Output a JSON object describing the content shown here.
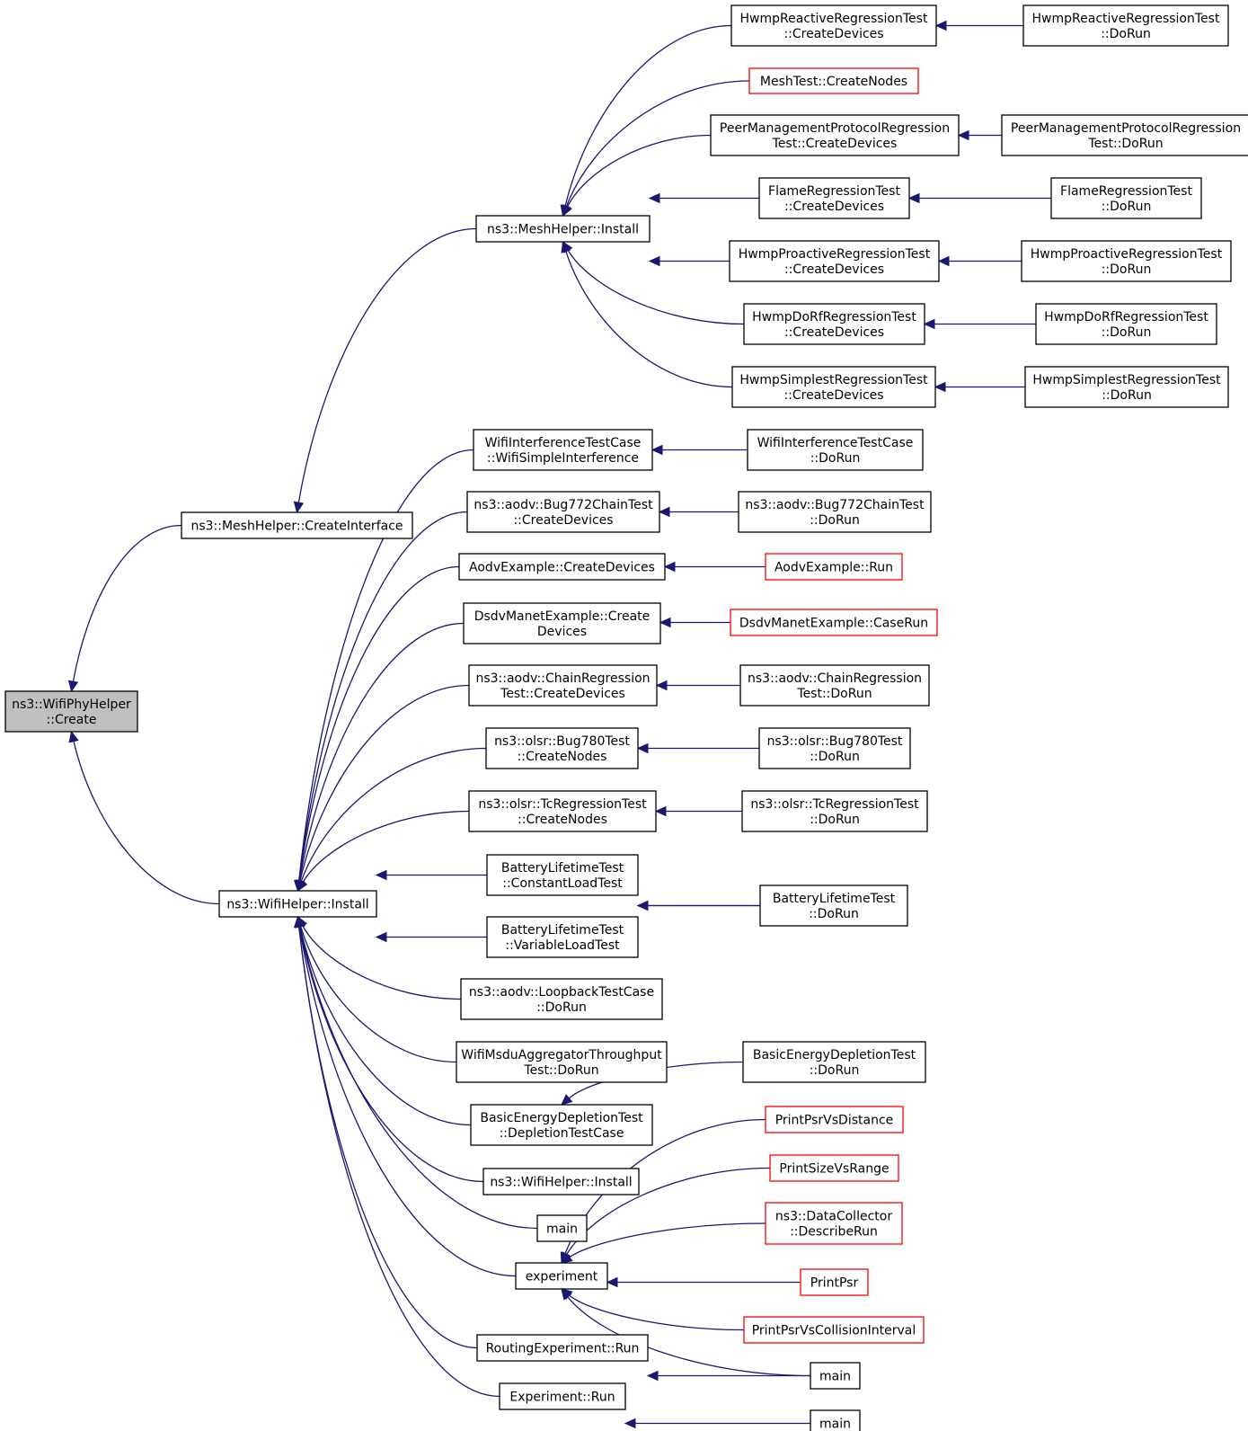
{
  "diagram": {
    "edge_color": "#191970",
    "node_border": "#000000",
    "highlight_border": "#ff0000",
    "root_fill": "#bfbfbf",
    "nodes": [
      {
        "id": "n0",
        "lines": [
          "ns3::WifiPhyHelper",
          "::Create"
        ],
        "style": "root"
      },
      {
        "id": "n1",
        "lines": [
          "ns3::MeshHelper::CreateInterface"
        ]
      },
      {
        "id": "n2",
        "lines": [
          "ns3::MeshHelper::Install"
        ]
      },
      {
        "id": "n3",
        "lines": [
          "HwmpReactiveRegressionTest",
          "::CreateDevices"
        ]
      },
      {
        "id": "n4",
        "lines": [
          "HwmpReactiveRegressionTest",
          "::DoRun"
        ]
      },
      {
        "id": "n5",
        "lines": [
          "MeshTest::CreateNodes"
        ],
        "style": "red"
      },
      {
        "id": "n6",
        "lines": [
          "PeerManagementProtocolRegression",
          "Test::CreateDevices"
        ]
      },
      {
        "id": "n7",
        "lines": [
          "PeerManagementProtocolRegression",
          "Test::DoRun"
        ]
      },
      {
        "id": "n8",
        "lines": [
          "FlameRegressionTest",
          "::CreateDevices"
        ]
      },
      {
        "id": "n9",
        "lines": [
          "FlameRegressionTest",
          "::DoRun"
        ]
      },
      {
        "id": "n10",
        "lines": [
          "HwmpProactiveRegressionTest",
          "::CreateDevices"
        ]
      },
      {
        "id": "n11",
        "lines": [
          "HwmpProactiveRegressionTest",
          "::DoRun"
        ]
      },
      {
        "id": "n12",
        "lines": [
          "HwmpDoRfRegressionTest",
          "::CreateDevices"
        ]
      },
      {
        "id": "n13",
        "lines": [
          "HwmpDoRfRegressionTest",
          "::DoRun"
        ]
      },
      {
        "id": "n14",
        "lines": [
          "HwmpSimplestRegressionTest",
          "::CreateDevices"
        ]
      },
      {
        "id": "n15",
        "lines": [
          "HwmpSimplestRegressionTest",
          "::DoRun"
        ]
      },
      {
        "id": "n16",
        "lines": [
          "ns3::WifiHelper::Install"
        ]
      },
      {
        "id": "n17",
        "lines": [
          "WifiInterferenceTestCase",
          "::WifiSimpleInterference"
        ]
      },
      {
        "id": "n18",
        "lines": [
          "WifiInterferenceTestCase",
          "::DoRun"
        ]
      },
      {
        "id": "n19",
        "lines": [
          "ns3::aodv::Bug772ChainTest",
          "::CreateDevices"
        ]
      },
      {
        "id": "n20",
        "lines": [
          "ns3::aodv::Bug772ChainTest",
          "::DoRun"
        ]
      },
      {
        "id": "n21",
        "lines": [
          "AodvExample::CreateDevices"
        ]
      },
      {
        "id": "n22",
        "lines": [
          "AodvExample::Run"
        ],
        "style": "red"
      },
      {
        "id": "n23",
        "lines": [
          "DsdvManetExample::Create",
          "Devices"
        ]
      },
      {
        "id": "n24",
        "lines": [
          "DsdvManetExample::CaseRun"
        ],
        "style": "red"
      },
      {
        "id": "n25",
        "lines": [
          "ns3::aodv::ChainRegression",
          "Test::CreateDevices"
        ]
      },
      {
        "id": "n26",
        "lines": [
          "ns3::aodv::ChainRegression",
          "Test::DoRun"
        ]
      },
      {
        "id": "n27",
        "lines": [
          "ns3::olsr::Bug780Test",
          "::CreateNodes"
        ]
      },
      {
        "id": "n28",
        "lines": [
          "ns3::olsr::Bug780Test",
          "::DoRun"
        ]
      },
      {
        "id": "n29",
        "lines": [
          "ns3::olsr::TcRegressionTest",
          "::CreateNodes"
        ]
      },
      {
        "id": "n30",
        "lines": [
          "ns3::olsr::TcRegressionTest",
          "::DoRun"
        ]
      },
      {
        "id": "n31",
        "lines": [
          "BatteryLifetimeTest",
          "::ConstantLoadTest"
        ]
      },
      {
        "id": "n32",
        "lines": [
          "BatteryLifetimeTest",
          "::VariableLoadTest"
        ]
      },
      {
        "id": "n33",
        "lines": [
          "BatteryLifetimeTest",
          "::DoRun"
        ]
      },
      {
        "id": "n34",
        "lines": [
          "ns3::aodv::LoopbackTestCase",
          "::DoRun"
        ]
      },
      {
        "id": "n35",
        "lines": [
          "WifiMsduAggregatorThroughput",
          "Test::DoRun"
        ]
      },
      {
        "id": "n36",
        "lines": [
          "BasicEnergyDepletionTest",
          "::DepletionTestCase"
        ]
      },
      {
        "id": "n37",
        "lines": [
          "BasicEnergyDepletionTest",
          "::DoRun"
        ]
      },
      {
        "id": "n38",
        "lines": [
          "ns3::WifiHelper::Install"
        ]
      },
      {
        "id": "n39",
        "lines": [
          "main"
        ]
      },
      {
        "id": "n40",
        "lines": [
          "experiment"
        ]
      },
      {
        "id": "n41",
        "lines": [
          "PrintPsrVsDistance"
        ],
        "style": "red"
      },
      {
        "id": "n42",
        "lines": [
          "PrintSizeVsRange"
        ],
        "style": "red"
      },
      {
        "id": "n43",
        "lines": [
          "ns3::DataCollector",
          "::DescribeRun"
        ],
        "style": "red"
      },
      {
        "id": "n44",
        "lines": [
          "PrintPsr"
        ],
        "style": "red"
      },
      {
        "id": "n45",
        "lines": [
          "PrintPsrVsCollisionInterval"
        ],
        "style": "red"
      },
      {
        "id": "n46",
        "lines": [
          "RoutingExperiment::Run"
        ]
      },
      {
        "id": "n47",
        "lines": [
          "main"
        ]
      },
      {
        "id": "n48",
        "lines": [
          "Experiment::Run"
        ]
      },
      {
        "id": "n49",
        "lines": [
          "main"
        ]
      }
    ],
    "edges": [
      {
        "from": "n1",
        "to": "n0"
      },
      {
        "from": "n16",
        "to": "n0"
      },
      {
        "from": "n2",
        "to": "n1"
      },
      {
        "from": "n3",
        "to": "n2"
      },
      {
        "from": "n5",
        "to": "n2"
      },
      {
        "from": "n6",
        "to": "n2"
      },
      {
        "from": "n8",
        "to": "n2"
      },
      {
        "from": "n10",
        "to": "n2"
      },
      {
        "from": "n12",
        "to": "n2"
      },
      {
        "from": "n14",
        "to": "n2"
      },
      {
        "from": "n4",
        "to": "n3"
      },
      {
        "from": "n7",
        "to": "n6"
      },
      {
        "from": "n9",
        "to": "n8"
      },
      {
        "from": "n11",
        "to": "n10"
      },
      {
        "from": "n13",
        "to": "n12"
      },
      {
        "from": "n15",
        "to": "n14"
      },
      {
        "from": "n17",
        "to": "n16"
      },
      {
        "from": "n19",
        "to": "n16"
      },
      {
        "from": "n21",
        "to": "n16"
      },
      {
        "from": "n23",
        "to": "n16"
      },
      {
        "from": "n25",
        "to": "n16"
      },
      {
        "from": "n27",
        "to": "n16"
      },
      {
        "from": "n29",
        "to": "n16"
      },
      {
        "from": "n31",
        "to": "n16"
      },
      {
        "from": "n32",
        "to": "n16"
      },
      {
        "from": "n34",
        "to": "n16"
      },
      {
        "from": "n35",
        "to": "n16"
      },
      {
        "from": "n36",
        "to": "n16"
      },
      {
        "from": "n38",
        "to": "n16"
      },
      {
        "from": "n39",
        "to": "n16"
      },
      {
        "from": "n40",
        "to": "n16"
      },
      {
        "from": "n46",
        "to": "n16"
      },
      {
        "from": "n48",
        "to": "n16"
      },
      {
        "from": "n18",
        "to": "n17"
      },
      {
        "from": "n20",
        "to": "n19"
      },
      {
        "from": "n22",
        "to": "n21"
      },
      {
        "from": "n24",
        "to": "n23"
      },
      {
        "from": "n26",
        "to": "n25"
      },
      {
        "from": "n28",
        "to": "n27"
      },
      {
        "from": "n30",
        "to": "n29"
      },
      {
        "from": "n33",
        "to": "n31"
      },
      {
        "from": "n33",
        "to": "n32"
      },
      {
        "from": "n37",
        "to": "n36"
      },
      {
        "from": "n41",
        "to": "n40"
      },
      {
        "from": "n42",
        "to": "n40"
      },
      {
        "from": "n43",
        "to": "n40"
      },
      {
        "from": "n44",
        "to": "n40"
      },
      {
        "from": "n45",
        "to": "n40"
      },
      {
        "from": "n47",
        "to": "n40"
      },
      {
        "from": "n47",
        "to": "n46"
      },
      {
        "from": "n49",
        "to": "n48"
      }
    ]
  }
}
